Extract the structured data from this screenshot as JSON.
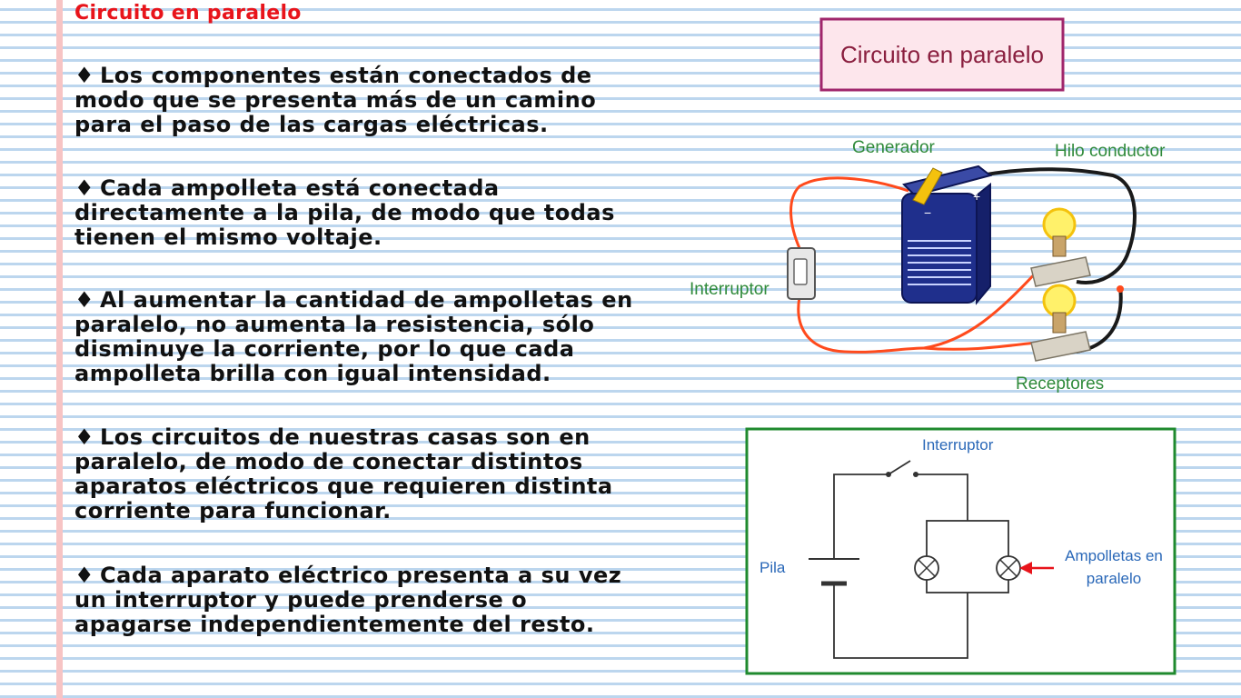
{
  "page": {
    "title": "Circuito en paralelo",
    "bullet_marker": "♦",
    "bullets": [
      "Los componentes están conectados de modo que se presenta más de un camino para el paso de las cargas eléctricas.",
      "Cada ampolleta está conectada directamente a la pila, de modo que todas tienen el mismo voltaje.",
      "Al aumentar la cantidad de ampolletas en paralelo, no aumenta la resistencia, sólo disminuye la corriente, por lo que cada ampolleta brilla con igual intensidad.",
      "Los circuitos de nuestras casas son en paralelo, de modo de conectar distintos aparatos eléctricos que requieren distinta corriente para funcionar.",
      "Cada aparato eléctrico presenta a su vez un interruptor y puede prenderse o apagarse independientemente del resto."
    ]
  },
  "illustration": {
    "title": "Circuito en paralelo",
    "labels": {
      "generator": "Generador",
      "wire": "Hilo conductor",
      "switch": "Interruptor",
      "receivers": "Receptores"
    },
    "battery_minus": "−",
    "battery_plus": "+"
  },
  "schematic": {
    "labels": {
      "switch": "Interruptor",
      "battery": "Pila",
      "bulbs_line1": "Ampolletas en",
      "bulbs_line2": "paralelo"
    }
  },
  "colors": {
    "title_red": "#e8141b",
    "box_border": "#a0266b",
    "box_fill": "#fde6ec",
    "label_green": "#2f8a3a",
    "frame_green": "#1f8a2e",
    "wire_red": "#ff4a1c",
    "wire_black": "#1a1a1a",
    "label_blue": "#2a68b8",
    "arrow_red": "#e8141b",
    "battery_blue": "#1f2f8c"
  }
}
